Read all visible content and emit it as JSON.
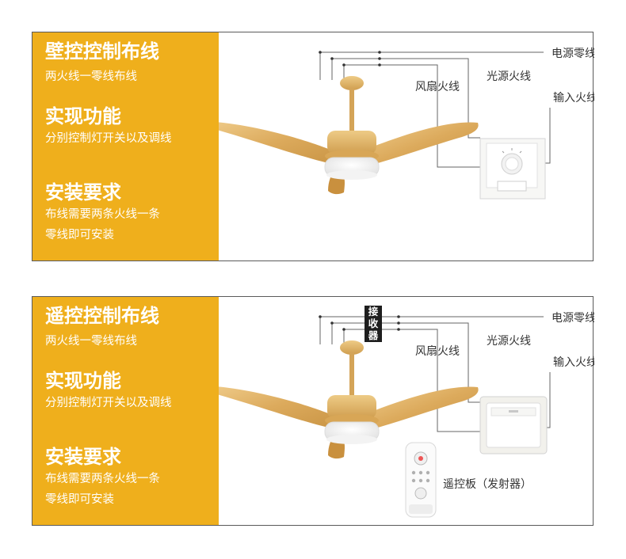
{
  "panels": [
    {
      "heading1": "壁控控制布线",
      "sub1": "两火线一零线布线",
      "heading2": "实现功能",
      "sub2": "分别控制灯开关以及调线",
      "heading3": "安装要求",
      "sub3_line1": "布线需要两条火线一条",
      "sub3_line2": "零线即可安装",
      "labels": {
        "neutral": "电源零线",
        "light_live": "光源火线",
        "fan_live": "风扇火线",
        "input_live": "输入火线"
      }
    },
    {
      "heading1": "遥控控制布线",
      "sub1": "两火线一零线布线",
      "heading2": "实现功能",
      "sub2": "分别控制灯开关以及调线",
      "heading3": "安装要求",
      "sub3_line1": "布线需要两条火线一条",
      "sub3_line2": "零线即可安装",
      "receiver": [
        "接",
        "收",
        "器"
      ],
      "remote_label": "遥控板（发射器）",
      "labels": {
        "neutral": "电源零线",
        "light_live": "光源火线",
        "fan_live": "风扇火线",
        "input_live": "输入火线"
      }
    }
  ],
  "colors": {
    "accent": "#efaf1c",
    "wood": "#e2b46a",
    "border": "#5a5a5a"
  }
}
